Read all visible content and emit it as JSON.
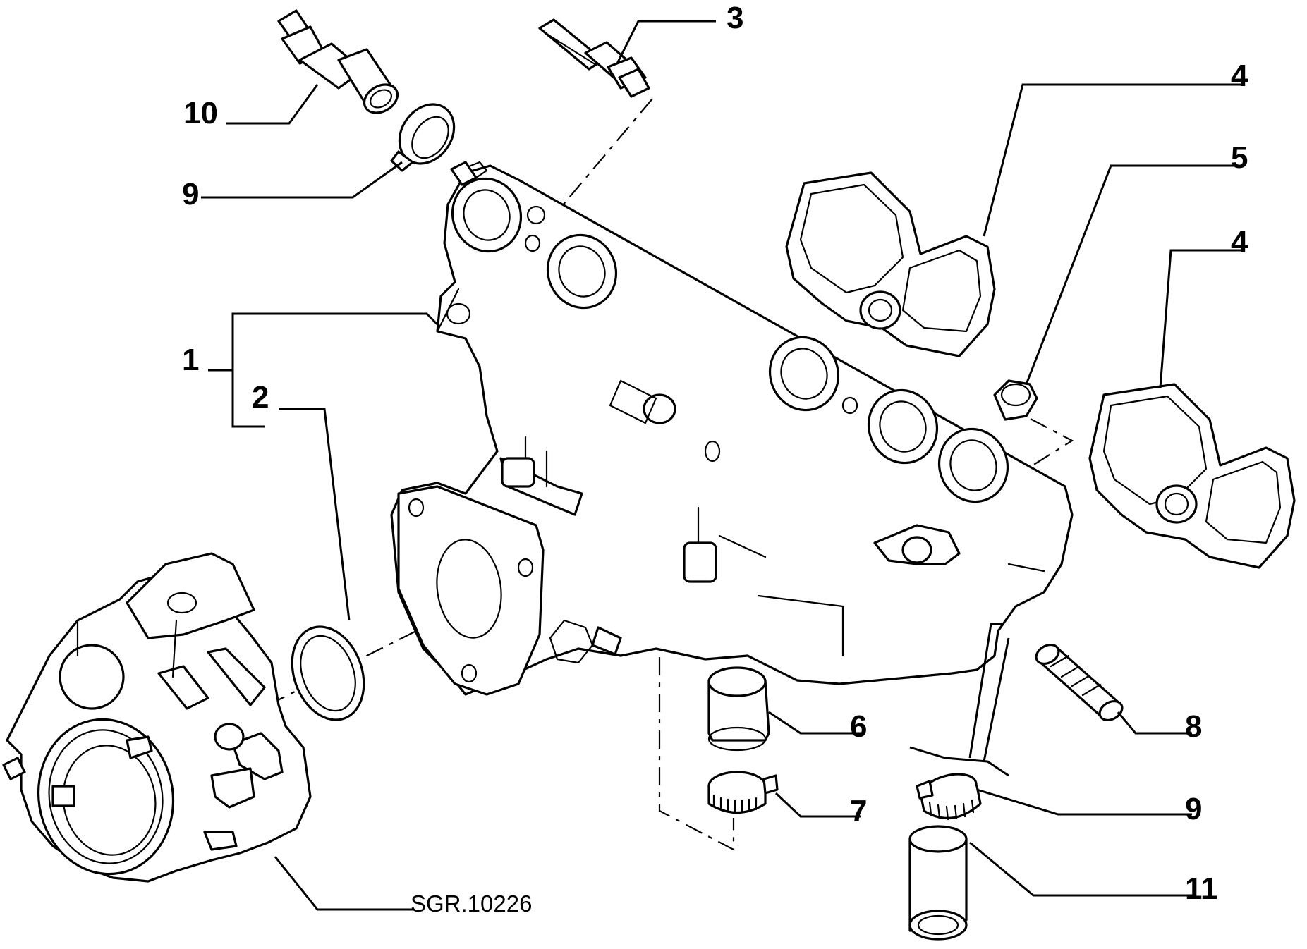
{
  "diagram": {
    "callouts": {
      "c1": "1",
      "c2": "2",
      "c3": "3",
      "c4a": "4",
      "c4b": "4",
      "c5": "5",
      "c6": "6",
      "c7": "7",
      "c8": "8",
      "c9a": "9",
      "c9b": "9",
      "c10": "10",
      "c11": "11"
    },
    "reference_code": "SGR.10226"
  }
}
